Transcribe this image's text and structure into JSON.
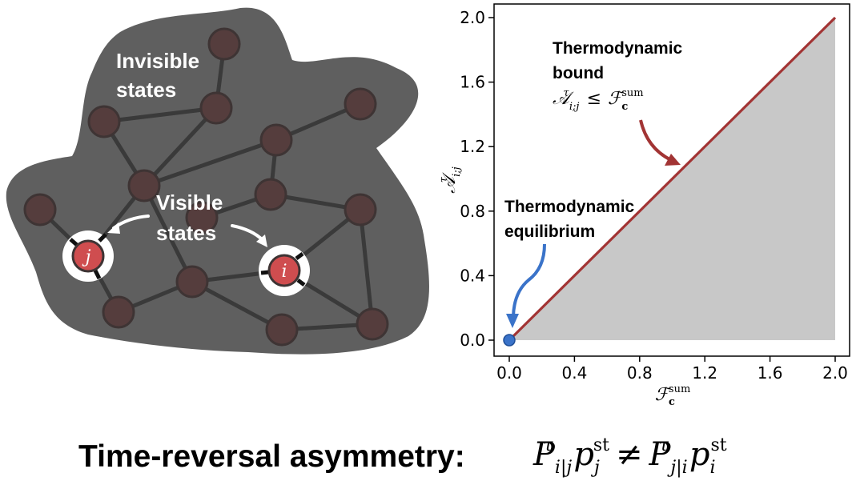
{
  "network": {
    "invisible_label_line1": "Invisible",
    "invisible_label_line2": "states",
    "visible_label_line1": "Visible",
    "visible_label_line2": "states",
    "visible_node_j": "j",
    "visible_node_i": "i",
    "colors": {
      "blob": "#5f5f5f",
      "hidden_node": "#553d3d",
      "hidden_node_stroke": "#3a3a3a",
      "visible_node": "#cf4d4f",
      "edge": "#3a3a3a",
      "label": "#ffffff"
    }
  },
  "chart_data": {
    "type": "line",
    "xlabel_base": "ℱ",
    "xlabel_sub": "c",
    "xlabel_sup": "sum",
    "ylabel_base": "𝒜",
    "ylabel_sub": "i;j",
    "ylabel_sup": "τ",
    "xlim": [
      0.0,
      2.0
    ],
    "ylim": [
      0.0,
      2.0
    ],
    "xticks": [
      "0.0",
      "0.4",
      "0.8",
      "1.2",
      "1.6",
      "2.0"
    ],
    "yticks": [
      "0.0",
      "0.4",
      "0.8",
      "1.2",
      "1.6",
      "2.0"
    ],
    "series": [
      {
        "x": [
          0.0,
          2.0
        ],
        "y": [
          0.0,
          2.0
        ],
        "color": "#a23434"
      }
    ],
    "shaded_region": {
      "description_color": "#c8c8c8",
      "x": [
        0.0,
        2.0
      ],
      "y_upper": [
        0.0,
        2.0
      ]
    },
    "equilibrium_point": {
      "x": 0.0,
      "y": 0.0,
      "color": "#3a73c9"
    },
    "annotations": {
      "bound_line1": "Thermodynamic",
      "bound_line2": "bound",
      "bound_formula_A": "𝒜",
      "bound_formula_sub": "i;j",
      "bound_formula_sup": "τ",
      "bound_formula_le": "≤",
      "bound_formula_F": "ℱ",
      "bound_formula_Fsub": "c",
      "bound_formula_Fsup": "sum",
      "equilibrium_line1": "Thermodynamic",
      "equilibrium_line2": "equilibrium"
    },
    "colors": {
      "bound_arrow": "#a23434",
      "equilibrium_arrow": "#3a73c9"
    }
  },
  "footer": {
    "label": "Time-reversal asymmetry:",
    "P": "P",
    "sup_tau": "τ",
    "sub_ij": "i|j",
    "p": "p",
    "sup_st": "st",
    "sub_j": "j",
    "neq": "≠",
    "sub_ji": "j|i",
    "sub_i": "i"
  }
}
